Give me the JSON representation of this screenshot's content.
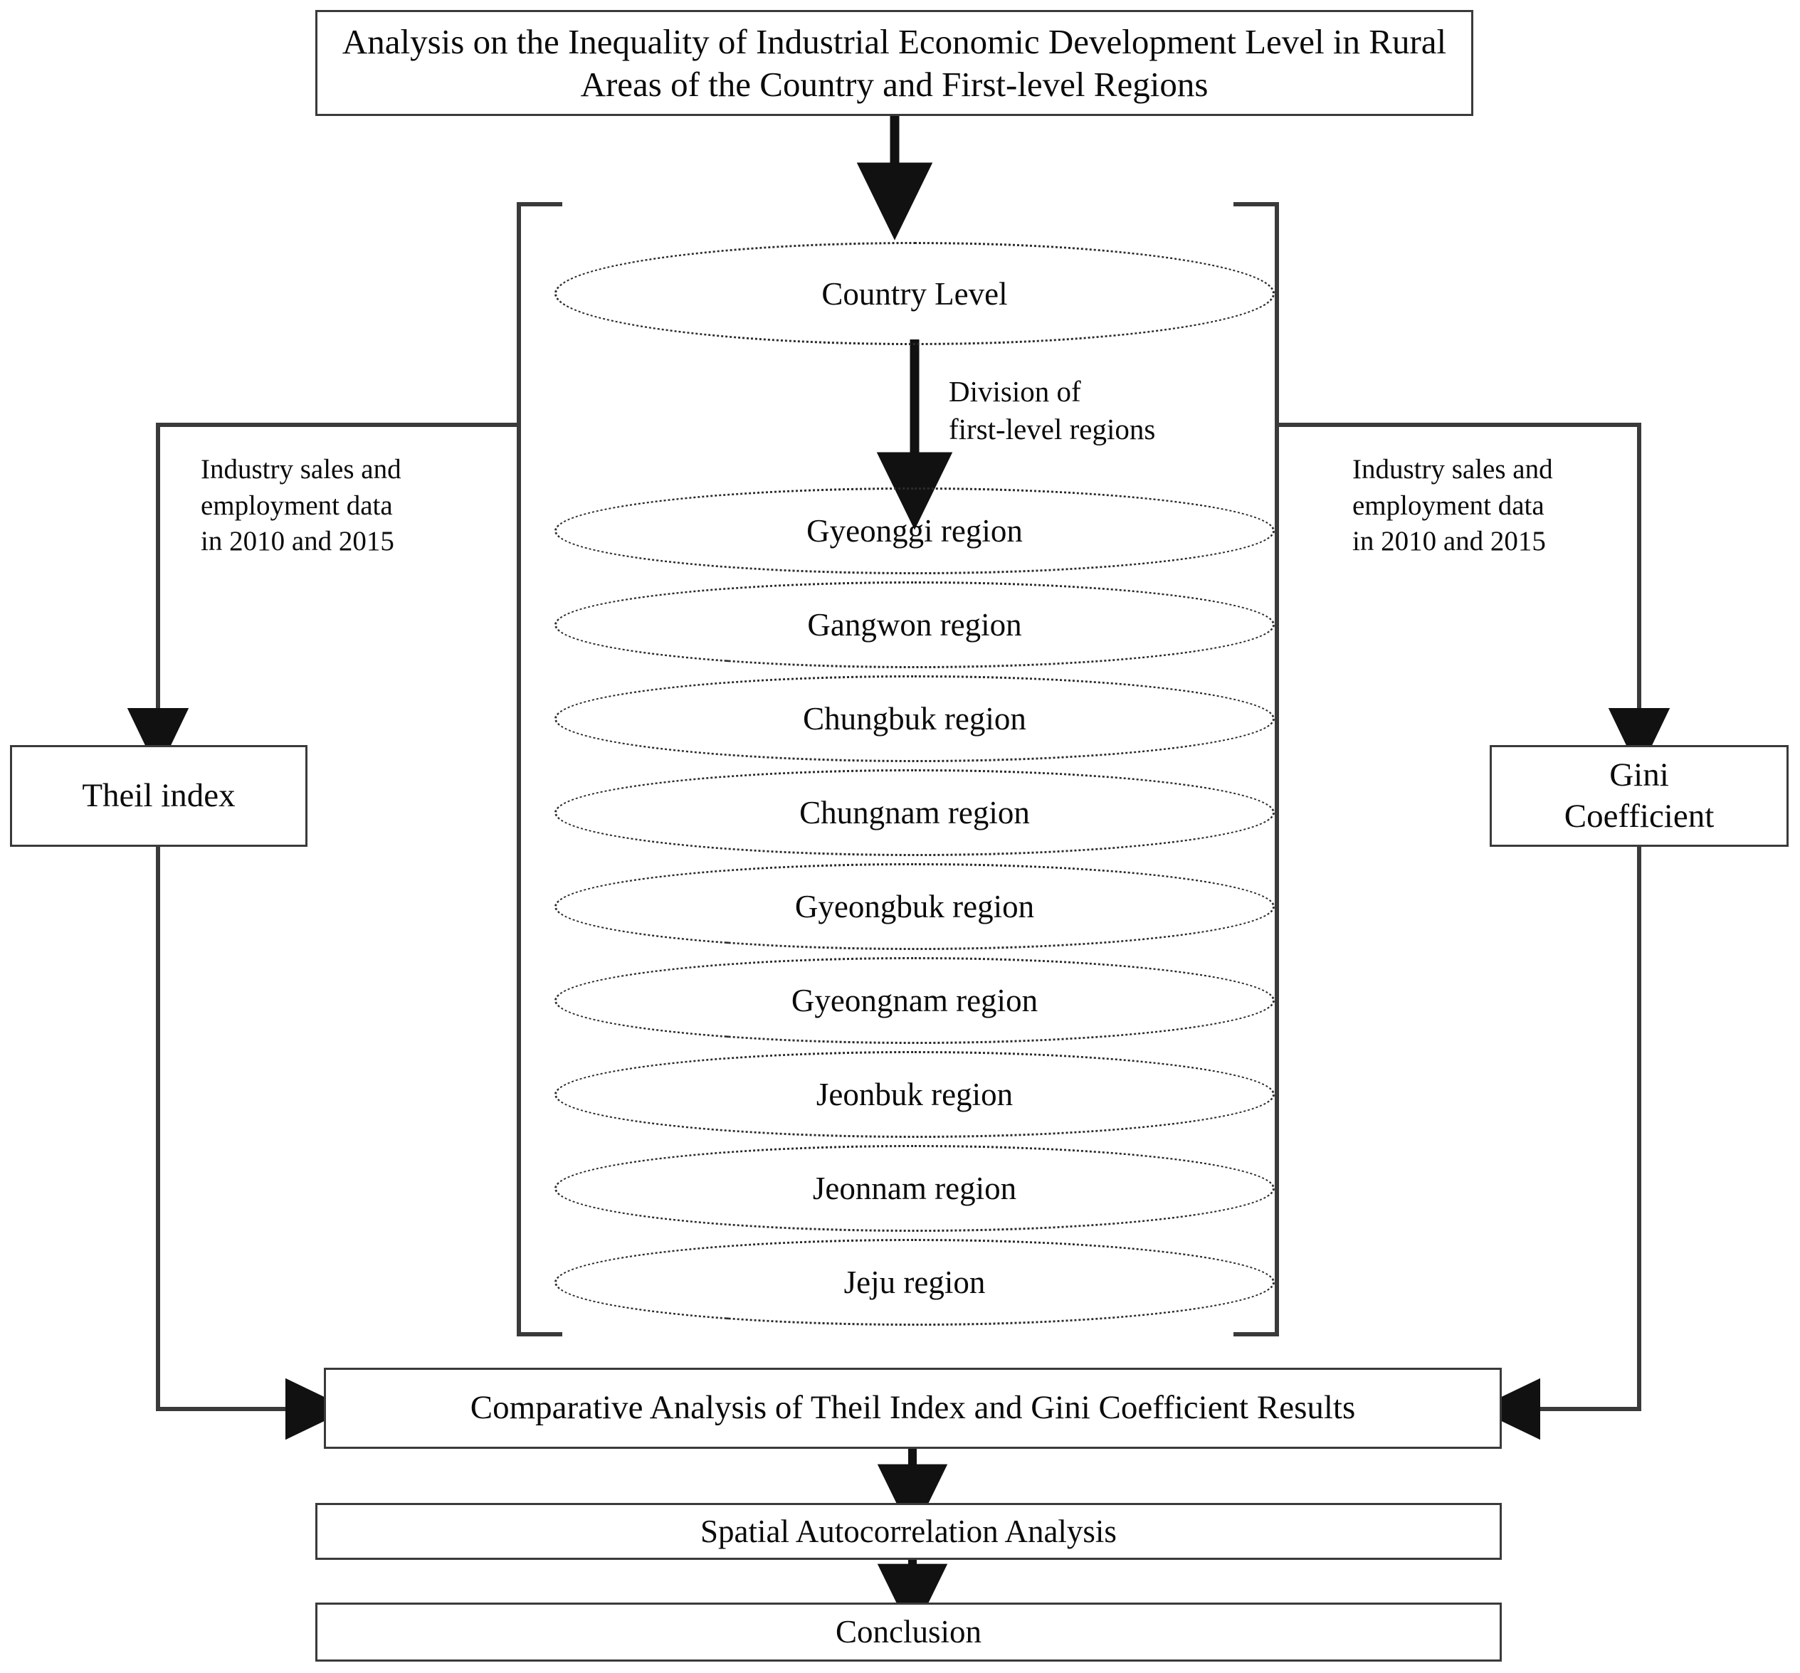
{
  "diagram": {
    "title_box": {
      "label": "Analysis on the Inequality of Industrial Economic Development Level in Rural Areas of the Country and First-level Regions"
    },
    "grouping_bracket": {
      "name": "region-grouping-bracket"
    },
    "country_node": {
      "label": "Country Level"
    },
    "division_edge": {
      "label": "Division of\nfirst-level regions"
    },
    "regions": [
      {
        "label": "Gyeonggi region"
      },
      {
        "label": "Gangwon region"
      },
      {
        "label": "Chungbuk region"
      },
      {
        "label": "Chungnam region"
      },
      {
        "label": "Gyeongbuk region"
      },
      {
        "label": "Gyeongnam region"
      },
      {
        "label": "Jeonbuk region"
      },
      {
        "label": "Jeonnam region"
      },
      {
        "label": "Jeju region"
      }
    ],
    "left_branch": {
      "data_label": "Industry sales and\nemployment data\nin 2010 and 2015",
      "method_label": "Theil index"
    },
    "right_branch": {
      "data_label": "Industry sales and\nemployment data\nin 2010 and 2015",
      "method_label": "Gini\nCoefficient"
    },
    "results": {
      "comparative_label": "Comparative Analysis of Theil Index and Gini Coefficient Results",
      "spatial_label": "Spatial Autocorrelation Analysis",
      "conclusion_label": "Conclusion"
    },
    "colors": {
      "stroke": "#3a3a3a",
      "arrow": "#111111",
      "text": "#0b0b0b",
      "background": "#ffffff"
    }
  }
}
